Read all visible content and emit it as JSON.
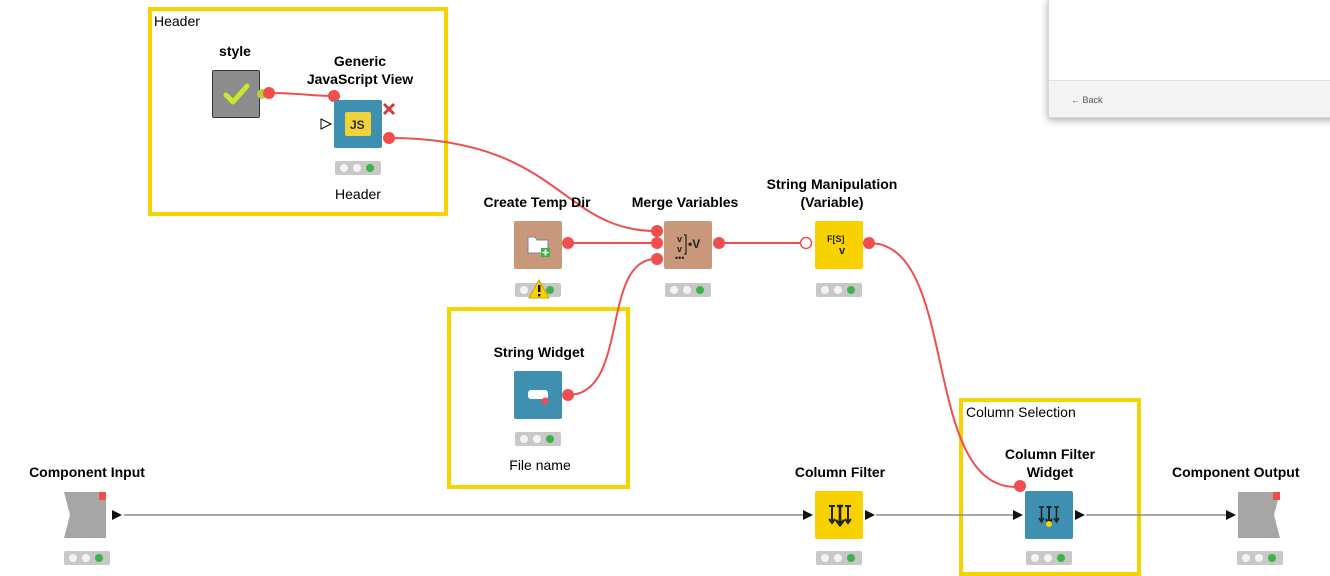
{
  "annotations": {
    "header": "Header",
    "column_selection": "Column Selection"
  },
  "nodes": {
    "style": {
      "title": "style"
    },
    "generic_js_view": {
      "title_line1": "Generic",
      "title_line2": "JavaScript View",
      "label": "Header",
      "icon_text": "JS"
    },
    "create_temp_dir": {
      "title": "Create Temp Dir"
    },
    "merge_variables": {
      "title": "Merge Variables"
    },
    "string_manipulation": {
      "title_line1": "String Manipulation",
      "title_line2": "(Variable)",
      "icon_text": "F[S]"
    },
    "string_widget": {
      "title": "String Widget",
      "label": "File name"
    },
    "component_input": {
      "title": "Component Input"
    },
    "column_filter": {
      "title": "Column Filter"
    },
    "column_filter_widget": {
      "title_line1": "Column Filter",
      "title_line2": "Widget"
    },
    "component_output": {
      "title": "Component Output"
    }
  },
  "preview": {
    "back_label": "← Back"
  },
  "colors": {
    "annotation_border": "#f5d400",
    "wire_flow_variable": "#f04e4e",
    "wire_data": "#8a8a8a",
    "node_view_blue": "#3e8fb0",
    "node_manipulator_yellow": "#f7d100",
    "node_flow_brown": "#c9987a",
    "node_other_gray": "#8c8c8c",
    "status_green": "#3cb24a"
  }
}
